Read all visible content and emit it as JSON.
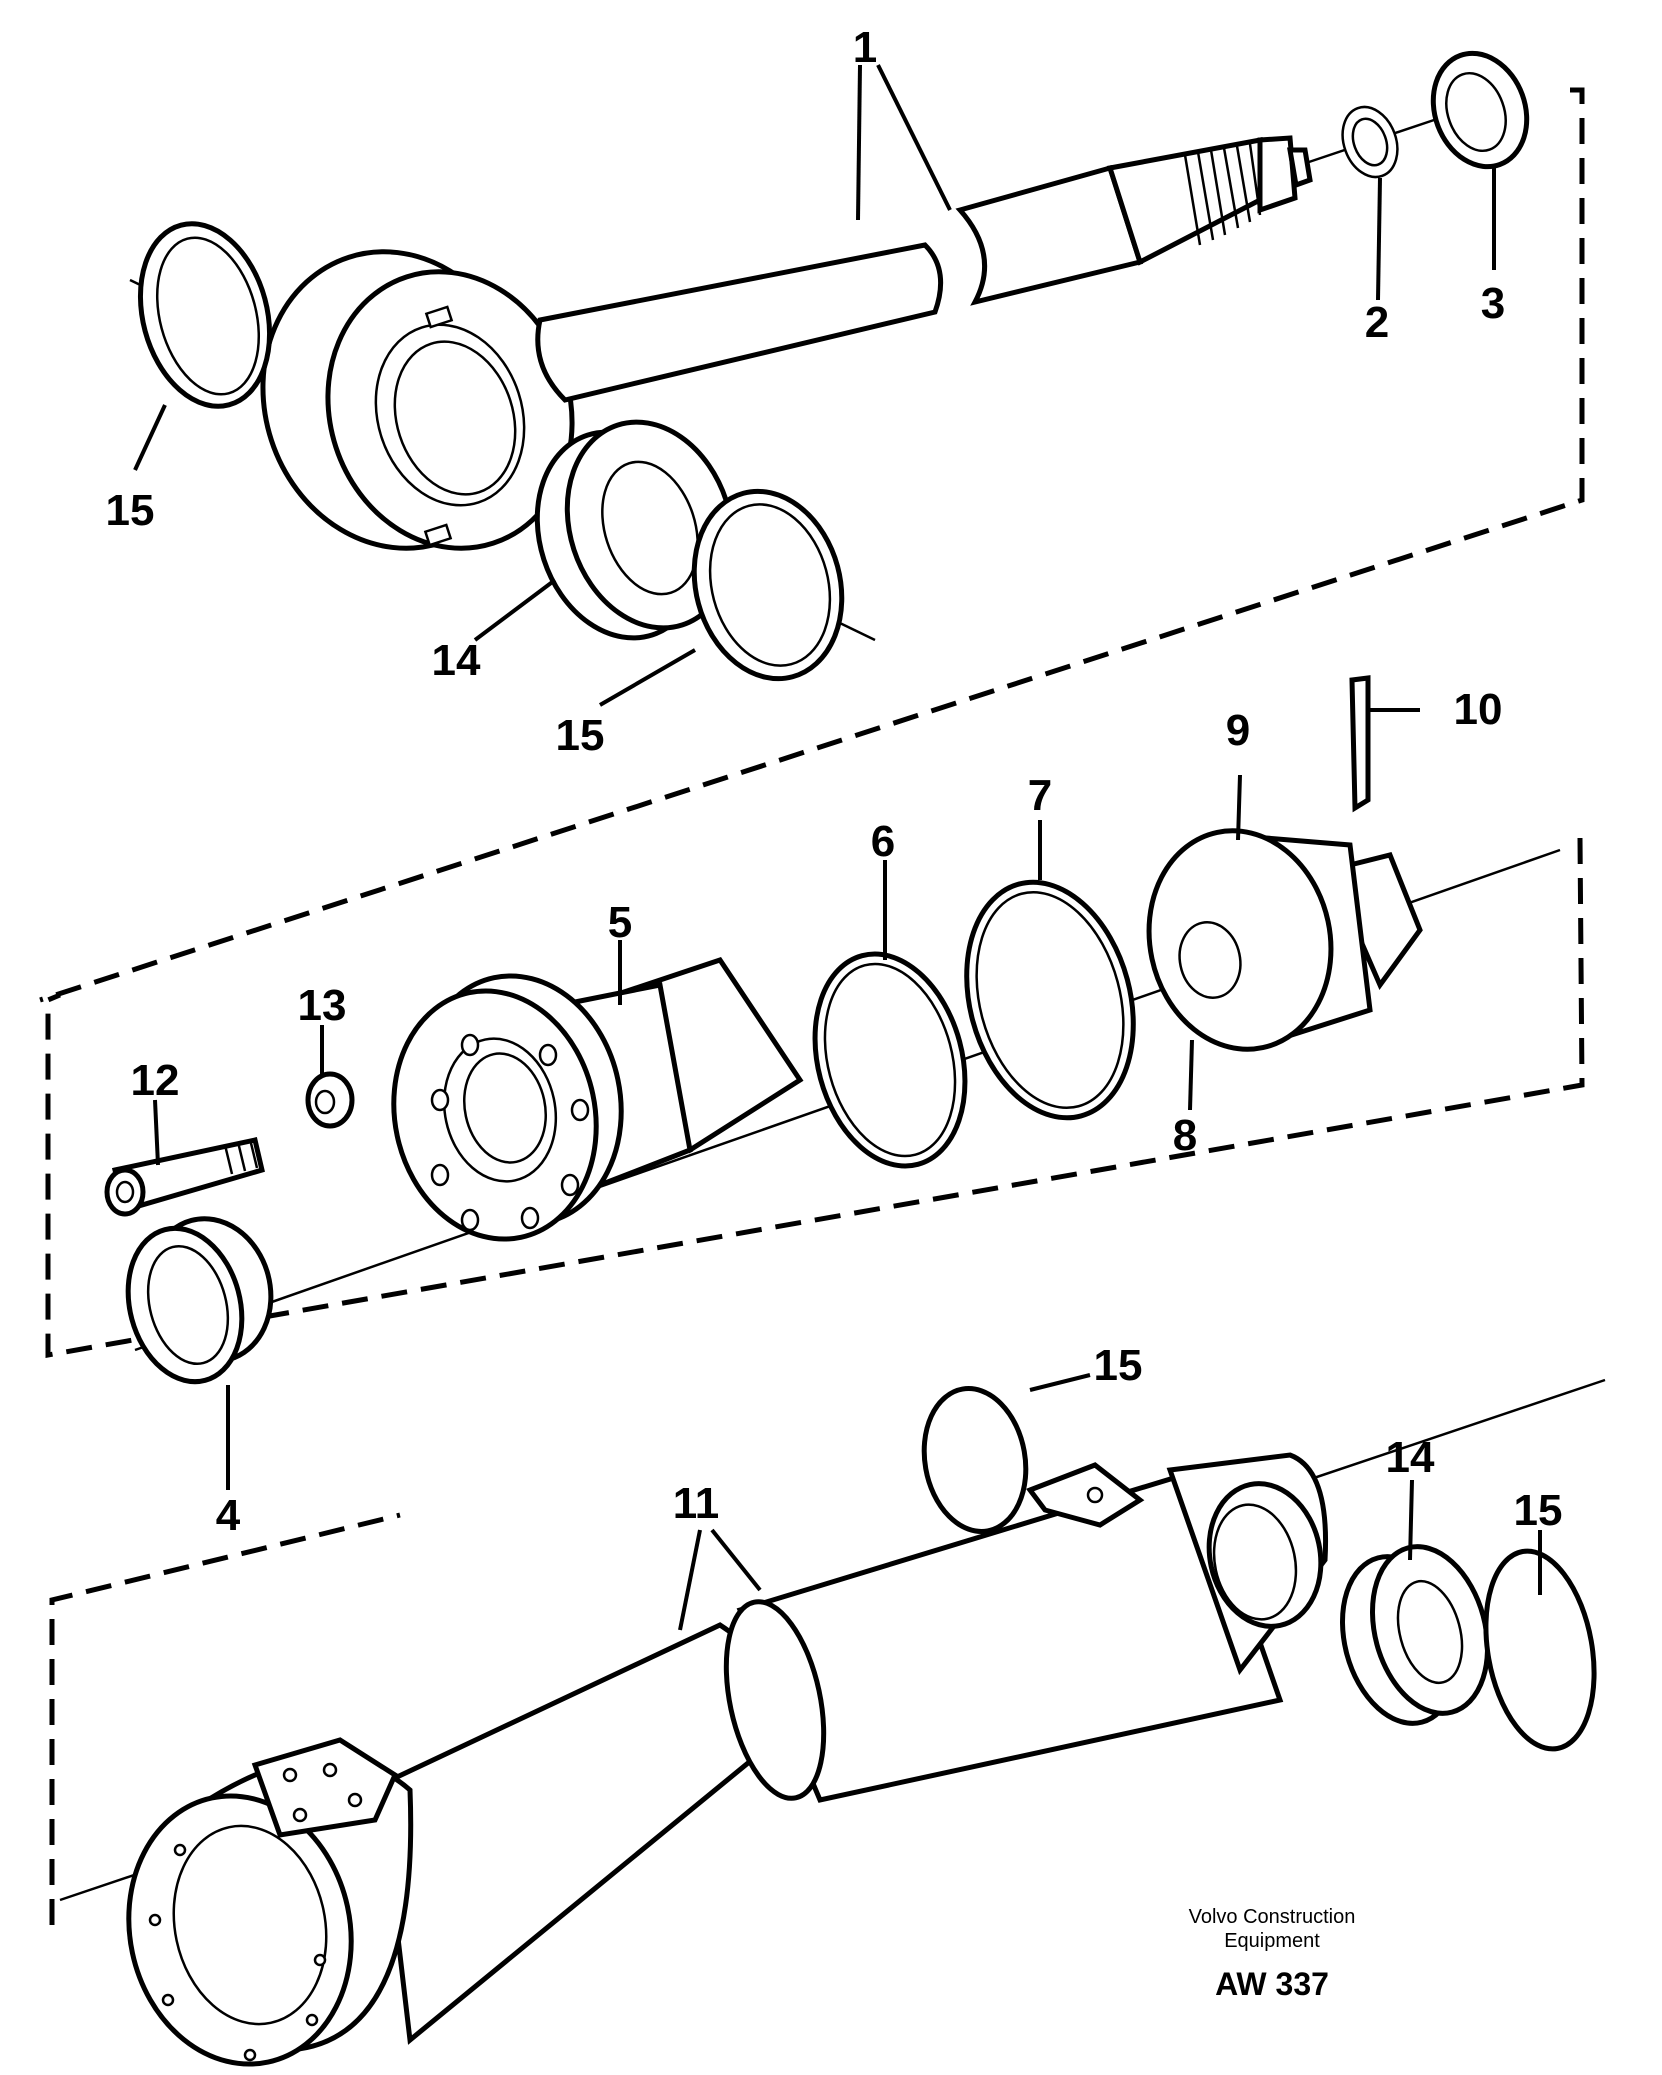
{
  "part_labels": [
    {
      "id": "1",
      "text": "1"
    },
    {
      "id": "2",
      "text": "2"
    },
    {
      "id": "3",
      "text": "3"
    },
    {
      "id": "15a",
      "text": "15"
    },
    {
      "id": "14a",
      "text": "14"
    },
    {
      "id": "15b",
      "text": "15"
    },
    {
      "id": "10",
      "text": "10"
    },
    {
      "id": "9",
      "text": "9"
    },
    {
      "id": "7",
      "text": "7"
    },
    {
      "id": "6",
      "text": "6"
    },
    {
      "id": "5",
      "text": "5"
    },
    {
      "id": "13",
      "text": "13"
    },
    {
      "id": "12",
      "text": "12"
    },
    {
      "id": "8",
      "text": "8"
    },
    {
      "id": "4",
      "text": "4"
    },
    {
      "id": "15c",
      "text": "15"
    },
    {
      "id": "11",
      "text": "11"
    },
    {
      "id": "14b",
      "text": "14"
    },
    {
      "id": "15d",
      "text": "15"
    }
  ],
  "credit": {
    "line1": "Volvo Construction",
    "line2": "Equipment",
    "code": "AW 337"
  },
  "colors": {
    "ink": "#000000",
    "paper": "#ffffff"
  }
}
